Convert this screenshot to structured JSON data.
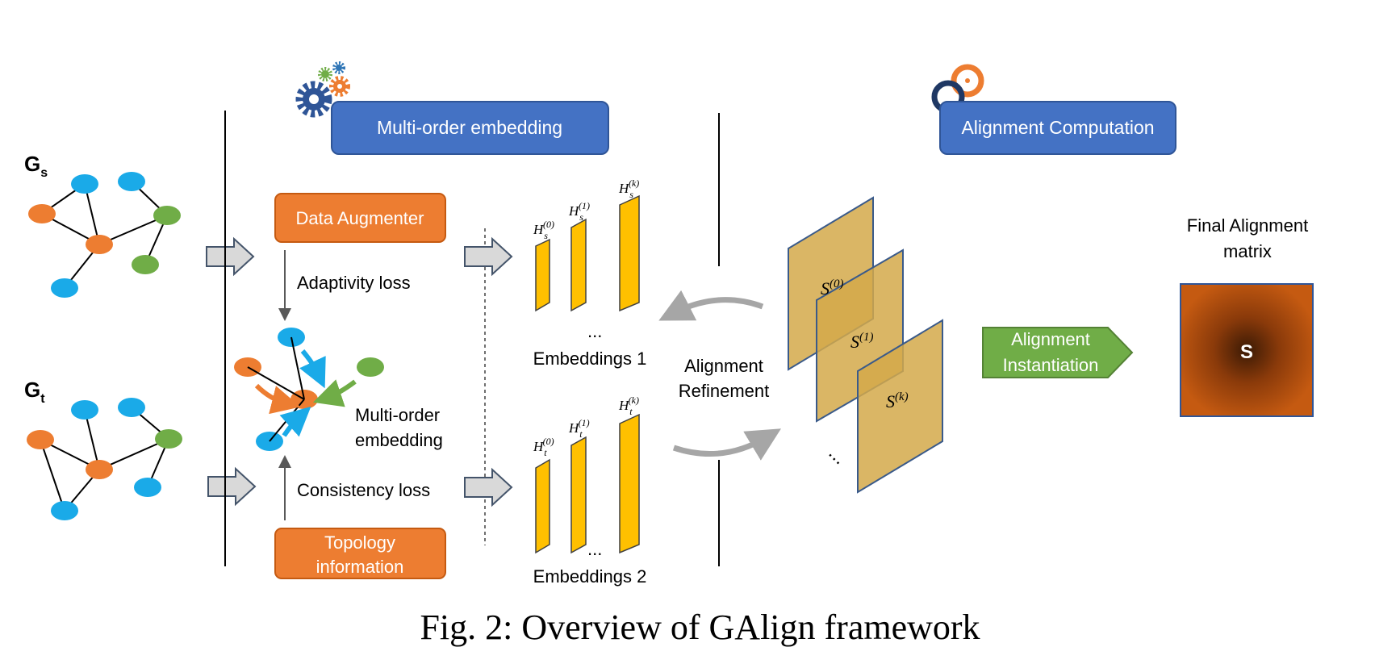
{
  "colors": {
    "blue_node": "#1aaae8",
    "orange_node": "#ed7d31",
    "green_node": "#70ad47",
    "header_blue": "#4472c4",
    "orange_box": "#ed7d31",
    "green_arrow": "#70ad47",
    "yellow_bar": "#ffc000",
    "matrix_fill": "#d4a94a",
    "final_matrix": "#c55a11",
    "arrow_grey": "#d9d9d9"
  },
  "icons": {
    "gears": "gears-icon",
    "link": "link-icon"
  },
  "graphs": {
    "source_label": "G",
    "source_sub": "s",
    "target_label": "G",
    "target_sub": "t"
  },
  "headers": {
    "embedding": "Multi-order embedding",
    "alignment": "Alignment Computation"
  },
  "embedding_module": {
    "data_augmenter": "Data Augmenter",
    "adaptivity_loss": "Adaptivity loss",
    "multi_order_line1": "Multi-order",
    "multi_order_line2": "embedding",
    "consistency_loss": "Consistency loss",
    "topology_line1": "Topology",
    "topology_line2": "information"
  },
  "embeddings": {
    "source_labels": [
      "H",
      "H",
      "H"
    ],
    "source_sub": "s",
    "source_sup": [
      "(0)",
      "(1)",
      "(k)"
    ],
    "target_sub": "t",
    "target_sup": [
      "(0)",
      "(1)",
      "(k)"
    ],
    "ellipsis": "...",
    "group1": "Embeddings 1",
    "group2": "Embeddings 2"
  },
  "refinement": {
    "line1": "Alignment",
    "line2": "Refinement"
  },
  "matrices": {
    "base": "S",
    "sups": [
      "(0)",
      "(1)",
      "(k)"
    ],
    "ellipsis": "..."
  },
  "instantiation": {
    "line1": "Alignment",
    "line2": "Instantiation"
  },
  "final": {
    "title_line1": "Final Alignment",
    "title_line2": "matrix",
    "symbol": "S"
  },
  "caption": "Fig. 2: Overview of GAlign framework"
}
